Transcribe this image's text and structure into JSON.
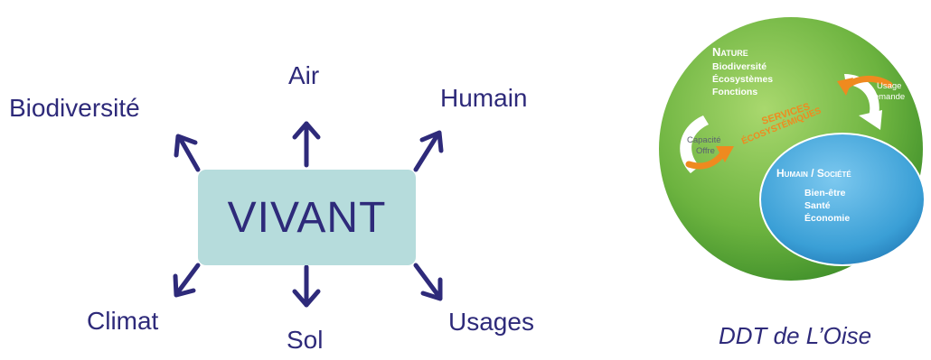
{
  "diagram": {
    "center": "VIVANT",
    "nodes": {
      "air": "Air",
      "biodiversite": "Biodiversité",
      "humain": "Humain",
      "climat": "Climat",
      "sol": "Sol",
      "usages": "Usages"
    },
    "arrow_color": "#2e2a7a",
    "box_color": "#b6dcdc"
  },
  "figure": {
    "nature": {
      "title": "Nature",
      "items": [
        "Biodiversité",
        "Écosystèmes",
        "Fonctions"
      ]
    },
    "services": {
      "line1": "SERVICES",
      "line2": "ÉCOSYSTÉMIQUES"
    },
    "capacite": {
      "line1": "Capacité",
      "line2": "Offre"
    },
    "usage": {
      "line1": "Usage",
      "line2": "Demande"
    },
    "humain": {
      "title": "Humain / Société",
      "items": [
        "Bien-être",
        "Santé",
        "Économie"
      ]
    },
    "colors": {
      "green": "#6cb33f",
      "blue": "#3a9fd6",
      "orange": "#ef8a1f"
    }
  },
  "credit": "DDT de L’Oise"
}
